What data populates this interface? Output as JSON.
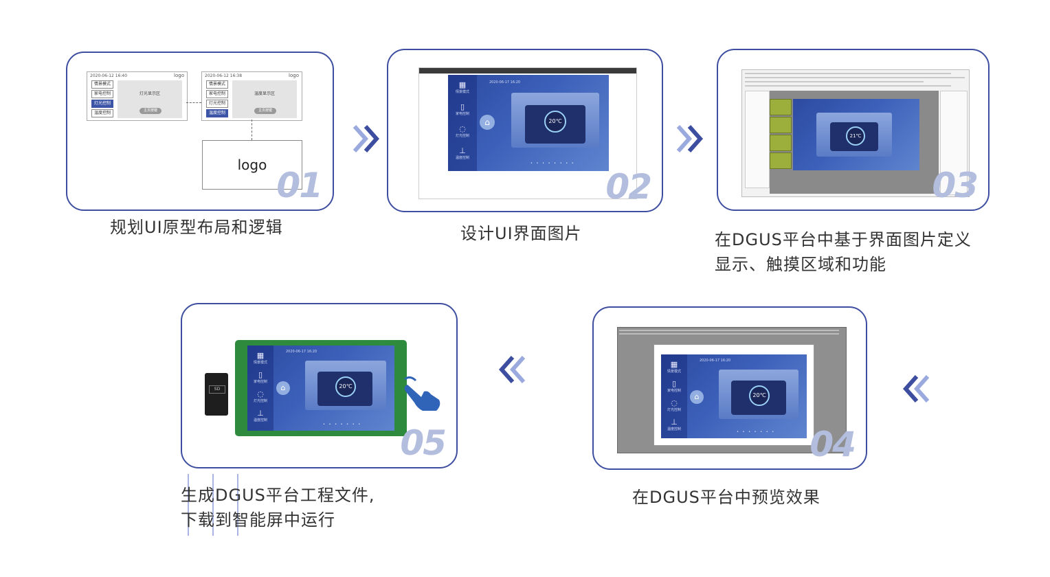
{
  "colors": {
    "border": "#3d4ea0",
    "step_number": "#b3bedf",
    "arrow": "#3d4ea0",
    "arrow_light": "#9aaade"
  },
  "steps": [
    {
      "number": "01",
      "caption": "规划UI原型布局和逻辑",
      "wireframe": {
        "left_time": "2020-06-12 16:40",
        "right_time": "2020-06-12 16:38",
        "logo": "logo",
        "menu": [
          "情景模式",
          "家电控制",
          "灯光控制",
          "温度控制"
        ],
        "left_area": "灯光显示区",
        "right_area": "温度显示区",
        "home_button": "主页按键",
        "logo_box": "logo"
      }
    },
    {
      "number": "02",
      "caption": "设计UI界面图片",
      "screen": {
        "date": "2020-06-17 16:20",
        "temp": "20℃",
        "menu": [
          "情景模式",
          "家电控制",
          "灯光控制",
          "温度控制"
        ]
      }
    },
    {
      "number": "03",
      "caption_lines": [
        "在DGUS平台中基于界面图片定义",
        "显示、触摸区域和功能"
      ],
      "screen": {
        "temp": "21℃"
      }
    },
    {
      "number": "04",
      "caption": "在DGUS平台中预览效果",
      "screen": {
        "date": "2020-06-17 16:20",
        "temp": "20℃",
        "menu": [
          "情景模式",
          "家电控制",
          "灯光控制",
          "温度控制"
        ]
      }
    },
    {
      "number": "05",
      "caption_lines": [
        "生成DGUS平台工程文件,",
        "下载到智能屏中运行"
      ],
      "screen": {
        "date": "2020-06-17 16:20",
        "temp": "20℃",
        "menu": [
          "情景模式",
          "家电控制",
          "灯光控制",
          "温度控制"
        ]
      }
    }
  ],
  "icons": {
    "arrow_right": "double-chevron-right-icon",
    "arrow_left": "double-chevron-left-icon",
    "hand": "pointing-hand-icon",
    "home": "home-icon"
  }
}
